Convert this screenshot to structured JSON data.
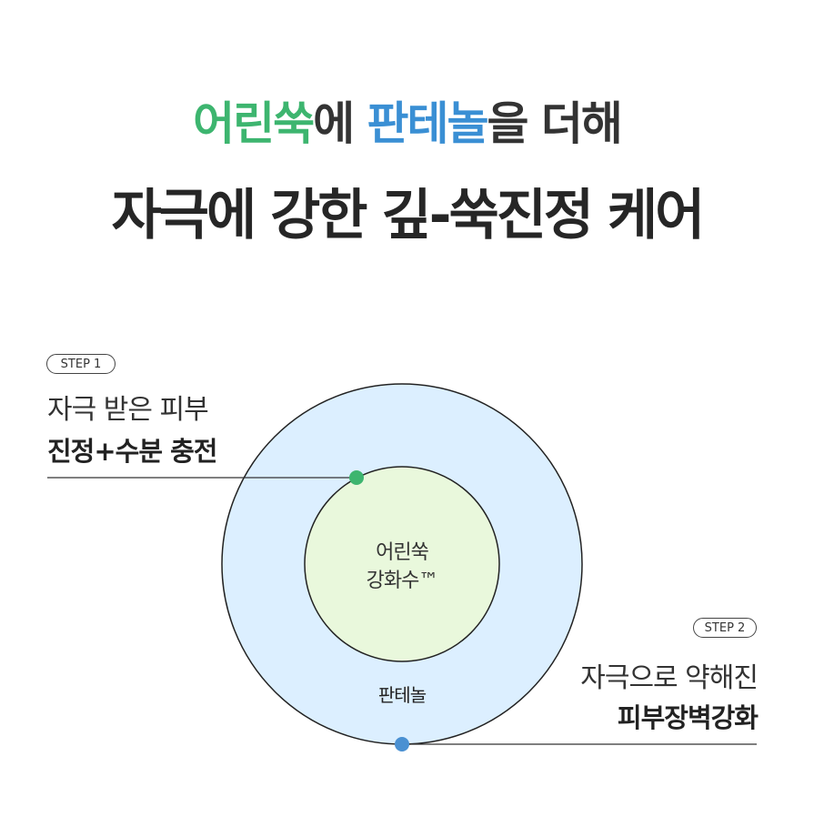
{
  "headline": {
    "line1": [
      {
        "text": "어린쑥",
        "color": "#3db56f"
      },
      {
        "text": "에 ",
        "color": "#333333"
      },
      {
        "text": "판테놀",
        "color": "#3a8fd4"
      },
      {
        "text": "을 더해",
        "color": "#333333"
      }
    ],
    "line2": "자극에 강한 깊-쑥진정 케어"
  },
  "step1": {
    "badge": "STEP 1",
    "line1": "자극 받은 피부",
    "line2": "진정+수분 충전",
    "dot_color": "#3db56f"
  },
  "step2": {
    "badge": "STEP 2",
    "line1": "자극으로 약해진",
    "line2": "피부장벽강화",
    "dot_color": "#4a90d2"
  },
  "diagram": {
    "inner_label_line1": "어린쑥",
    "inner_label_line2": "강화수™",
    "outer_label": "판테놀",
    "inner_fill": "#e9f8dc",
    "outer_fill": "#dcefff"
  }
}
